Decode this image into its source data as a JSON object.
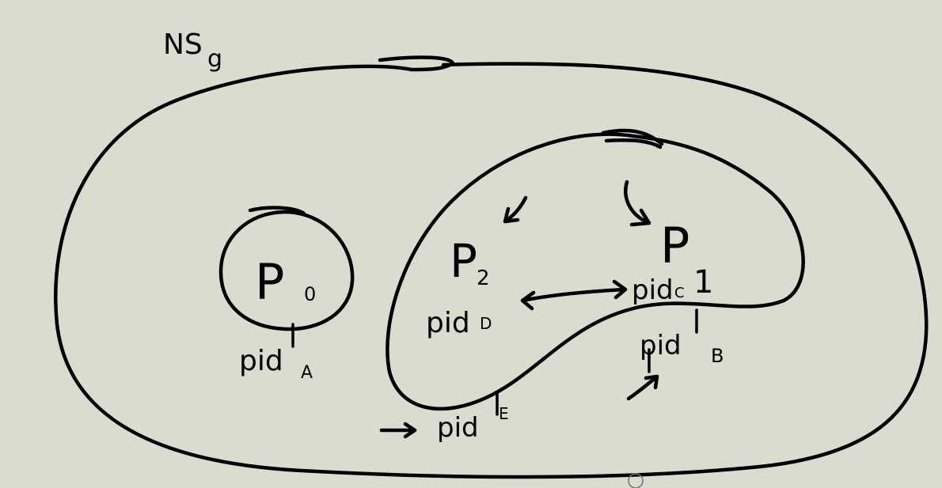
{
  "diagram": {
    "outer_label": {
      "main": "NS",
      "sub": "g"
    },
    "p0": {
      "main": "P",
      "sub": "0",
      "pid_main": "pid",
      "pid_sub": "A"
    },
    "p2": {
      "main": "P",
      "sub": "2",
      "pid_main": "pid",
      "pid_sub": "D"
    },
    "p1": {
      "main": "P",
      "sub": "1",
      "pid_main": "pid",
      "pid_sub": "C",
      "pid_b_main": "pid",
      "pid_b_sub": "B"
    },
    "pid_e": {
      "main": "pid",
      "sub": "E"
    }
  }
}
